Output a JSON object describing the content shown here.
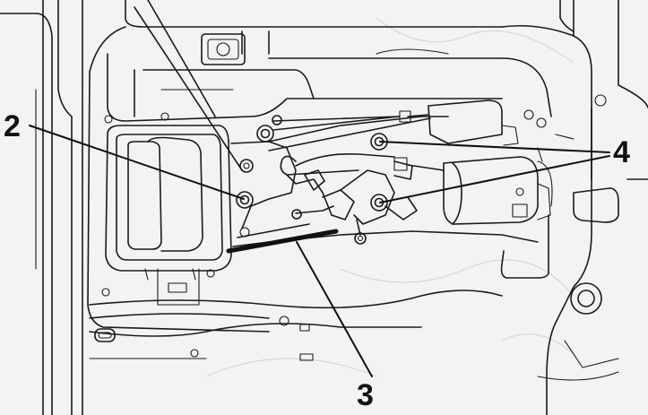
{
  "callouts": [
    {
      "id": "c2",
      "label": "2"
    },
    {
      "id": "c3",
      "label": "3"
    },
    {
      "id": "c4",
      "label": "4"
    }
  ]
}
